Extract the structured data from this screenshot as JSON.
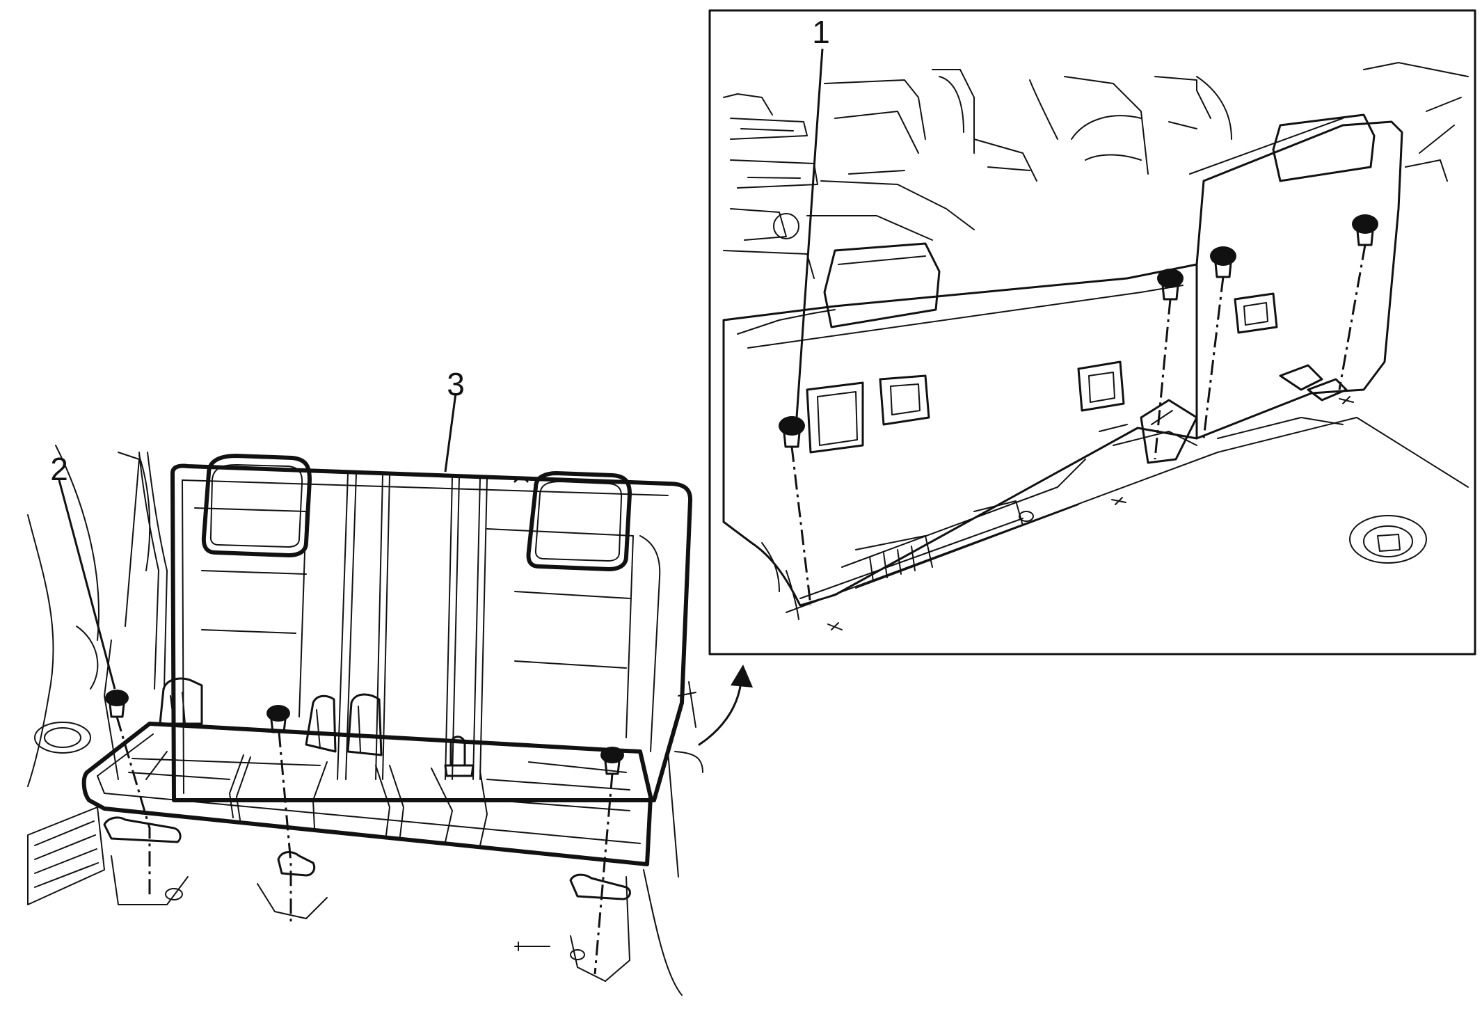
{
  "callouts": {
    "fasteners_inset": "1",
    "fasteners_front": "2",
    "seat_assembly": "3"
  },
  "colors": {
    "line": "#111111",
    "background": "#ffffff"
  }
}
